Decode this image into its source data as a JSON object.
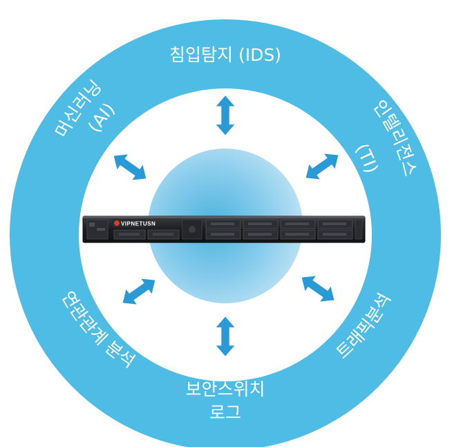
{
  "diagram": {
    "top_label": "침입탐지 (IDS)",
    "right_label_line1": "인텔리전스",
    "right_label_line2": "(TI)",
    "left_label_line1": "머신러닝",
    "left_label_line2": "(AI)",
    "bottom_left_label": "연관관계 분석",
    "bottom_right_label": "트래픽분석",
    "bottom_label_line1": "보안스위치",
    "bottom_label_line2": "로그",
    "device_brand": "VIPNETUSN"
  },
  "colors": {
    "ring": "#4fbce6",
    "inner_circle": "#9dd6ef",
    "arrow": "#2a9ad6",
    "device": "#1c1d20"
  },
  "icons": {
    "center": "rack-server-device",
    "connectors": "double-arrow-icon"
  }
}
